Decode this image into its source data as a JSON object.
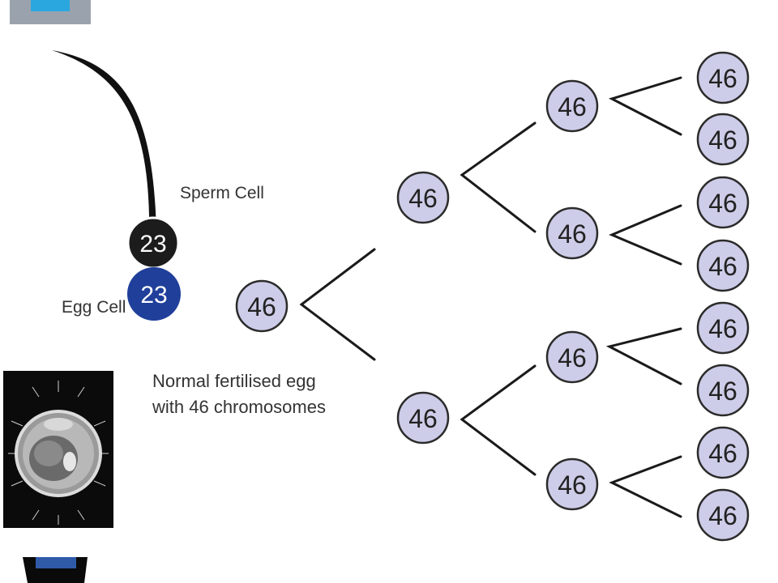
{
  "sperm_label": "Sperm Cell",
  "sperm_number": "23",
  "egg_label": "Egg Cell",
  "egg_number": "23",
  "caption_line1": "Normal fertilised egg",
  "caption_line2": "with 46 chromosomes",
  "zygote_number": "46",
  "gen1": [
    "46",
    "46"
  ],
  "gen2": [
    "46",
    "46",
    "46",
    "46"
  ],
  "gen3": [
    "46",
    "46",
    "46",
    "46",
    "46",
    "46",
    "46",
    "46"
  ],
  "colors": {
    "cell_fill": "#cdcde9",
    "cell_stroke": "#2b2b2b",
    "sperm_head": "#1c1c1c",
    "egg_blue": "#1f3f9a",
    "corner_blue": "#2aa7df",
    "line": "#1a1a1a"
  }
}
